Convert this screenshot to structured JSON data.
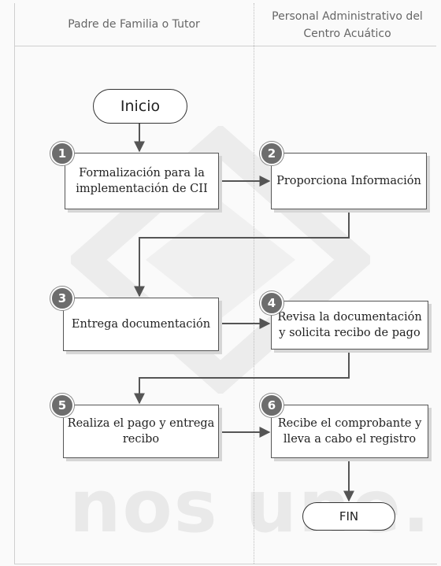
{
  "lanes": {
    "left_header": "Padre de Familia o Tutor",
    "right_header_line1": "Personal Administrativo del",
    "right_header_line2": "Centro Acuático"
  },
  "watermark": {
    "text": "nos une."
  },
  "nodes": {
    "start": "Inicio",
    "end": "FIN"
  },
  "steps": [
    {
      "number": "1",
      "line1": "Formalización para la",
      "line2": "implementación de CII"
    },
    {
      "number": "2",
      "line1": "Proporciona Información",
      "line2": ""
    },
    {
      "number": "3",
      "line1": "Entrega documentación",
      "line2": ""
    },
    {
      "number": "4",
      "line1": "Revisa la documentación",
      "line2": "y solicita recibo de pago"
    },
    {
      "number": "5",
      "line1": "Realiza el pago y entrega",
      "line2": "recibo"
    },
    {
      "number": "6",
      "line1": "Recibe el comprobante y",
      "line2": "lleva a cabo el registro"
    }
  ],
  "colors": {
    "badge": "#6d6d6d",
    "line": "#555555",
    "watermark": "#e9e9e9"
  }
}
